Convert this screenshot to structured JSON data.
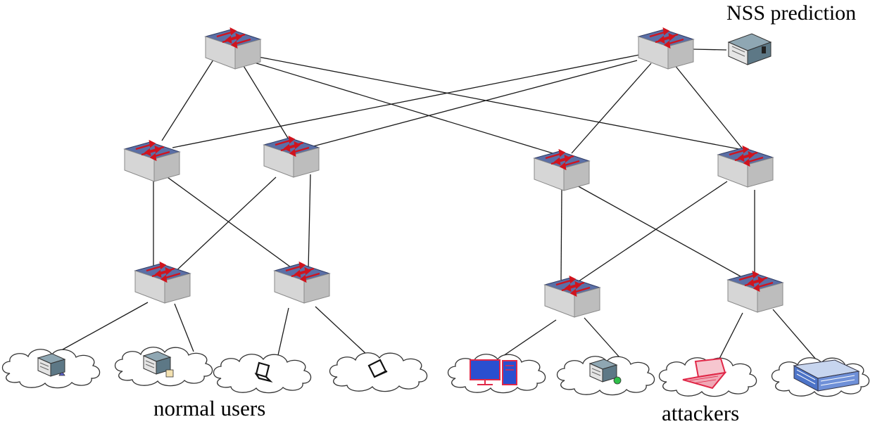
{
  "labels": {
    "nss_prediction": "NSS prediction",
    "normal_users": "normal users",
    "attackers": "attackers"
  },
  "colors": {
    "switch_top": "#5a70a8",
    "switch_side": "#d9d9d9",
    "arrow": "#d0141e",
    "link": "#1a1a1a",
    "cloud_stroke": "#333333",
    "attacker_device": "#e02848",
    "desktop_screen": "#2a4fd0"
  },
  "icons": {
    "switch": "network-switch-icon",
    "server": "server-icon",
    "laptop": "laptop-icon",
    "desktop": "desktop-pc-icon",
    "cloud": "cloud-icon",
    "rack": "rack-server-icon"
  },
  "hosts": [
    {
      "id": "h1",
      "icon": "server-icon",
      "group": "normal users"
    },
    {
      "id": "h2",
      "icon": "server-icon",
      "group": "normal users"
    },
    {
      "id": "h3",
      "icon": "laptop-icon",
      "group": "normal users"
    },
    {
      "id": "h4",
      "icon": "laptop-icon",
      "group": "normal users"
    },
    {
      "id": "h5",
      "icon": "desktop-pc-icon",
      "group": "attackers"
    },
    {
      "id": "h6",
      "icon": "server-icon",
      "group": "attackers"
    },
    {
      "id": "h7",
      "icon": "laptop-icon",
      "group": "attackers"
    },
    {
      "id": "h8",
      "icon": "rack-server-icon",
      "group": "attackers"
    }
  ]
}
